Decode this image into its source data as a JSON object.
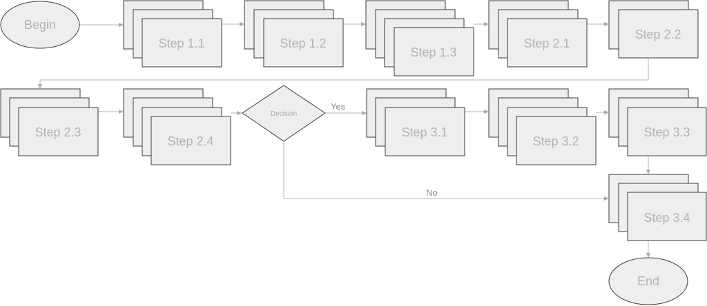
{
  "diagram": {
    "begin": "Begin",
    "end": "End",
    "decision": "Decision",
    "yes": "Yes",
    "no": "No",
    "steps": {
      "s11": "Step 1.1",
      "s12": "Step 1.2",
      "s13": "Step 1.3",
      "s21": "Step 2.1",
      "s22": "Step 2.2",
      "s23": "Step 2.3",
      "s24": "Step 2.4",
      "s31": "Step 3.1",
      "s32": "Step 3.2",
      "s33": "Step 3.3",
      "s34": "Step 3.4"
    }
  }
}
